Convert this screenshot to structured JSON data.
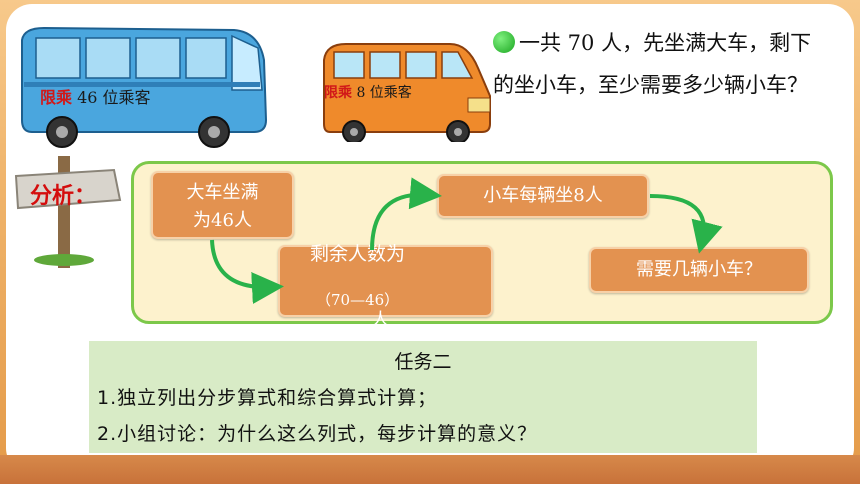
{
  "problem": {
    "text": "一共 70 人，先坐满大车，剩下的坐小车，至少需要多少辆小车？"
  },
  "big_bus": {
    "limit_label": "限乘",
    "capacity_label": "46 位乘客"
  },
  "small_bus": {
    "limit_label": "限乘",
    "capacity_label": "8 位乘客"
  },
  "analysis": {
    "label": "分析：",
    "boxes": {
      "big_full": [
        "大车坐满",
        "为46人"
      ],
      "remaining": [
        "剩余人数为",
        "（70—46）",
        "人"
      ],
      "small_each": "小车每辆坐8人",
      "need": "需要几辆小车？"
    }
  },
  "task": {
    "title": "任务二",
    "line1": "1.独立列出分步算式和综合算式计算；",
    "line2": "2.小组讨论：为什么这么列式，每步计算的意义？"
  },
  "colors": {
    "box_fill": "#e39250",
    "panel_border": "#7cc84a",
    "arrow": "#29b24a",
    "task_bg": "#d8ebc6"
  }
}
